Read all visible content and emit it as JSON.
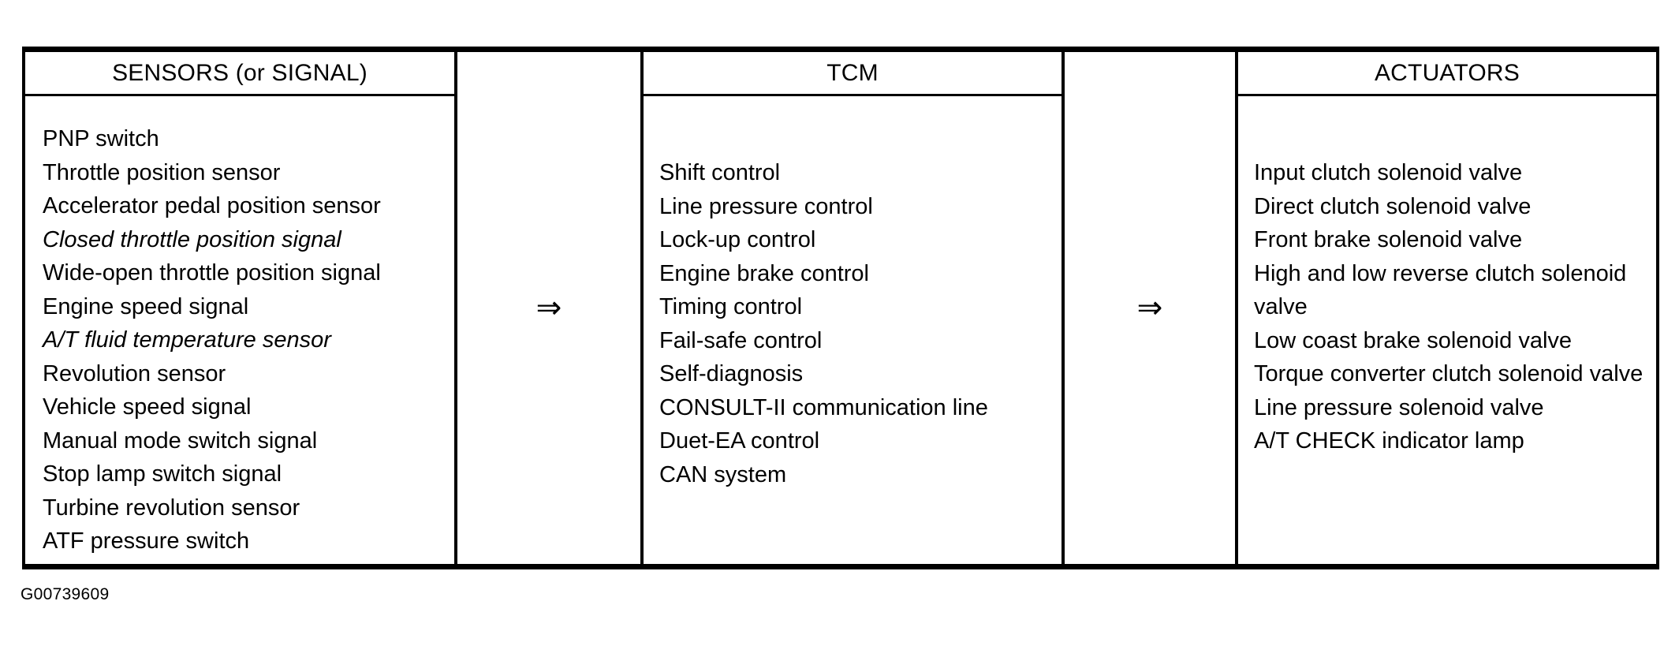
{
  "figure": {
    "caption": "G00739609",
    "arrow_glyph": "⇒",
    "arrow_name": "rightwards-double-arrow",
    "line_color": "#000000",
    "background_color": "#ffffff"
  },
  "columns": [
    {
      "id": "sensors",
      "header": "SENSORS (or SIGNAL)",
      "items": [
        {
          "label": "PNP switch",
          "italic": false
        },
        {
          "label": "Throttle position sensor",
          "italic": false
        },
        {
          "label": "Accelerator pedal position sensor",
          "italic": false
        },
        {
          "label": "Closed throttle position signal",
          "italic": true
        },
        {
          "label": "Wide-open throttle position signal",
          "italic": false
        },
        {
          "label": "Engine speed signal",
          "italic": false
        },
        {
          "label": "A/T fluid temperature sensor",
          "italic": true
        },
        {
          "label": "Revolution sensor",
          "italic": false
        },
        {
          "label": "Vehicle speed signal",
          "italic": false
        },
        {
          "label": "Manual mode switch signal",
          "italic": false
        },
        {
          "label": "Stop lamp switch signal",
          "italic": false
        },
        {
          "label": "Turbine revolution sensor",
          "italic": false
        },
        {
          "label": "ATF pressure switch",
          "italic": false
        }
      ]
    },
    {
      "id": "tcm",
      "header": "TCM",
      "items": [
        {
          "label": "Shift control",
          "italic": false
        },
        {
          "label": "Line pressure control",
          "italic": false
        },
        {
          "label": "Lock-up control",
          "italic": false
        },
        {
          "label": "Engine brake control",
          "italic": false
        },
        {
          "label": "Timing control",
          "italic": false
        },
        {
          "label": "Fail-safe control",
          "italic": false
        },
        {
          "label": "Self-diagnosis",
          "italic": false
        },
        {
          "label": "CONSULT-II communication line",
          "italic": false
        },
        {
          "label": "Duet-EA control",
          "italic": false
        },
        {
          "label": "CAN system",
          "italic": false
        }
      ]
    },
    {
      "id": "actuators",
      "header": "ACTUATORS",
      "items": [
        {
          "label": "Input clutch solenoid valve",
          "italic": false
        },
        {
          "label": "Direct clutch solenoid valve",
          "italic": false
        },
        {
          "label": "Front brake solenoid valve",
          "italic": false
        },
        {
          "label": "High and low reverse clutch solenoid valve",
          "italic": false,
          "wrap": true
        },
        {
          "label": "Low coast brake solenoid valve",
          "italic": false
        },
        {
          "label": "Torque converter clutch solenoid valve",
          "italic": false,
          "wrap": true
        },
        {
          "label": "Line pressure solenoid valve",
          "italic": false
        },
        {
          "label": "A/T CHECK indicator lamp",
          "italic": false
        }
      ]
    }
  ],
  "arrows": [
    {
      "from": "sensors",
      "to": "tcm"
    },
    {
      "from": "tcm",
      "to": "actuators"
    }
  ]
}
